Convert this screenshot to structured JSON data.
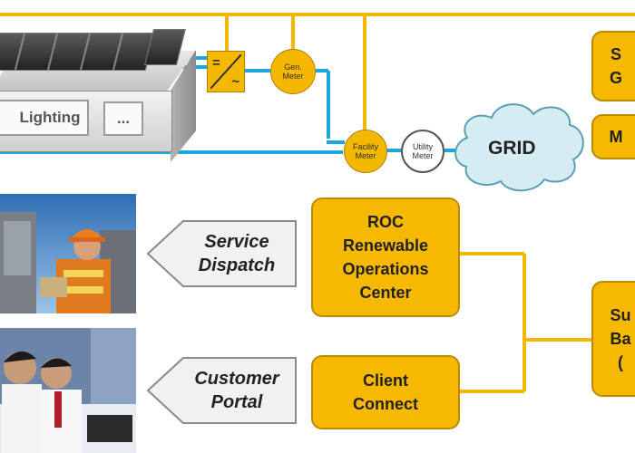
{
  "building": {
    "loads": [
      "Lighting",
      "..."
    ]
  },
  "inverter": {
    "dc_symbol": "=",
    "ac_symbol": "~"
  },
  "meters": {
    "gen": [
      "Gen.",
      "Meter"
    ],
    "facility": [
      "Facility",
      "Meter"
    ],
    "utility": [
      "Utility",
      "Meter"
    ]
  },
  "grid": "GRID",
  "right_clipped": {
    "box1": [
      "S",
      "G"
    ],
    "box2": "M",
    "box3": [
      "Su",
      "Ba",
      "("
    ]
  },
  "roc": [
    "ROC",
    "Renewable",
    "Operations",
    "Center"
  ],
  "client_connect": [
    "Client",
    "Connect"
  ],
  "service_dispatch": [
    "Service",
    "Dispatch"
  ],
  "customer_portal": [
    "Customer",
    "Portal"
  ],
  "colors": {
    "wire_gold": "#f5b800",
    "wire_blue": "#1aa7e0",
    "box_fill": "#f7b900",
    "cloud": "#d6ecf3"
  }
}
